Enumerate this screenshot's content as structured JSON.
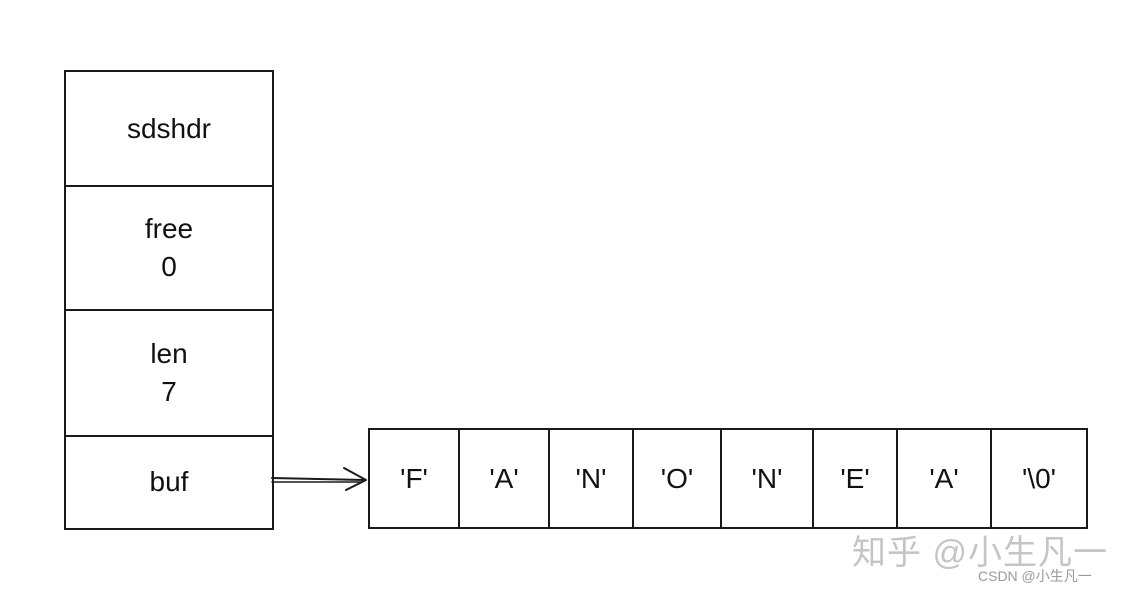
{
  "struct": {
    "fields": [
      {
        "name": "sdshdr",
        "value": ""
      },
      {
        "name": "free",
        "value": "0"
      },
      {
        "name": "len",
        "value": "7"
      },
      {
        "name": "buf",
        "value": ""
      }
    ]
  },
  "buf_array": {
    "cells": [
      "'F'",
      "'A'",
      "'N'",
      "'O'",
      "'N'",
      "'E'",
      "'A'",
      "'\\0'"
    ]
  },
  "watermark": {
    "main": "知乎 @小生凡一",
    "sub": "CSDN @小生凡一"
  }
}
